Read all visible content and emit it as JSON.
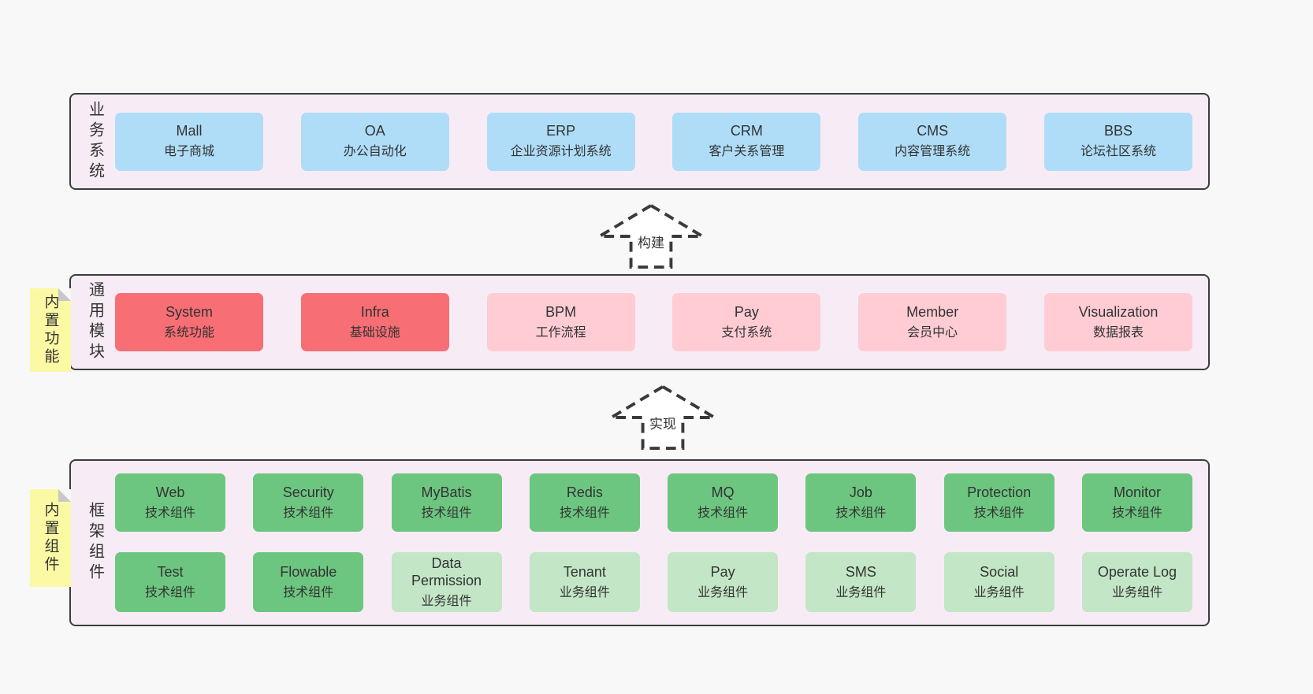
{
  "colors": {
    "page_bg": "#f8f8f8",
    "band_bg": "#f7ecf5",
    "band_border": "#3c3c3c",
    "text": "#333333",
    "note_yellow": "#fbf9a3",
    "fold_gray": "#c8c8c8",
    "blue": "#afddf8",
    "red": "#f76e74",
    "pink": "#ffccd3",
    "green": "#6dc680",
    "lightgreen": "#c2e6c6",
    "arrow_fill": "#ffffff",
    "arrow_stroke": "#3a3a3a"
  },
  "bands": [
    {
      "id": "business-systems",
      "label": "业务系统",
      "boxes": [
        {
          "en": "Mall",
          "zh": "电子商城",
          "variant": "blue"
        },
        {
          "en": "OA",
          "zh": "办公自动化",
          "variant": "blue"
        },
        {
          "en": "ERP",
          "zh": "企业资源计划系统",
          "variant": "blue"
        },
        {
          "en": "CRM",
          "zh": "客户关系管理",
          "variant": "blue"
        },
        {
          "en": "CMS",
          "zh": "内容管理系统",
          "variant": "blue"
        },
        {
          "en": "BBS",
          "zh": "论坛社区系统",
          "variant": "blue"
        }
      ]
    },
    {
      "id": "common-modules",
      "label": "通用模块",
      "note": "内置功能",
      "boxes": [
        {
          "en": "System",
          "zh": "系统功能",
          "variant": "red"
        },
        {
          "en": "Infra",
          "zh": "基础设施",
          "variant": "red"
        },
        {
          "en": "BPM",
          "zh": "工作流程",
          "variant": "pink"
        },
        {
          "en": "Pay",
          "zh": "支付系统",
          "variant": "pink"
        },
        {
          "en": "Member",
          "zh": "会员中心",
          "variant": "pink"
        },
        {
          "en": "Visualization",
          "zh": "数据报表",
          "variant": "pink"
        }
      ]
    },
    {
      "id": "framework-components",
      "label": "框架组件",
      "note": "内置组件",
      "rows": [
        [
          {
            "en": "Web",
            "zh": "技术组件",
            "variant": "green"
          },
          {
            "en": "Security",
            "zh": "技术组件",
            "variant": "green"
          },
          {
            "en": "MyBatis",
            "zh": "技术组件",
            "variant": "green"
          },
          {
            "en": "Redis",
            "zh": "技术组件",
            "variant": "green"
          },
          {
            "en": "MQ",
            "zh": "技术组件",
            "variant": "green"
          },
          {
            "en": "Job",
            "zh": "技术组件",
            "variant": "green"
          },
          {
            "en": "Protection",
            "zh": "技术组件",
            "variant": "green"
          },
          {
            "en": "Monitor",
            "zh": "技术组件",
            "variant": "green"
          }
        ],
        [
          {
            "en": "Test",
            "zh": "技术组件",
            "variant": "green"
          },
          {
            "en": "Flowable",
            "zh": "技术组件",
            "variant": "green"
          },
          {
            "en": "Data Permission",
            "zh": "业务组件",
            "variant": "lightgreen"
          },
          {
            "en": "Tenant",
            "zh": "业务组件",
            "variant": "lightgreen"
          },
          {
            "en": "Pay",
            "zh": "业务组件",
            "variant": "lightgreen"
          },
          {
            "en": "SMS",
            "zh": "业务组件",
            "variant": "lightgreen"
          },
          {
            "en": "Social",
            "zh": "业务组件",
            "variant": "lightgreen"
          },
          {
            "en": "Operate Log",
            "zh": "业务组件",
            "variant": "lightgreen"
          }
        ]
      ]
    }
  ],
  "arrows": [
    {
      "label": "构建"
    },
    {
      "label": "实现"
    }
  ]
}
